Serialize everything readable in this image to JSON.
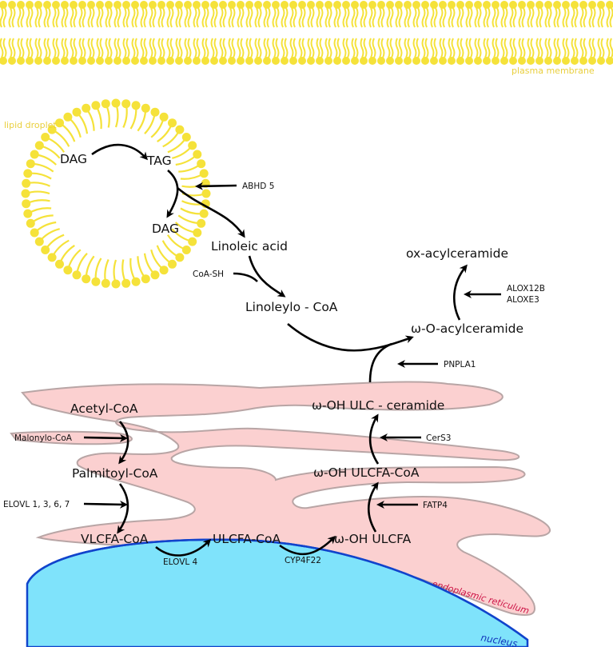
{
  "labels": {
    "plasma_membrane": "plasma membrane",
    "lipid_droplet": "lipid droplet",
    "endoplasmic_reticulum": "endoplasmic reticulum",
    "nucleus": "nucleus"
  },
  "molecules": {
    "dag_top": "DAG",
    "tag": "TAG",
    "dag_bottom": "DAG",
    "linoleic_acid": "Linoleic acid",
    "linoleylo_coa": "Linoleylo - CoA",
    "ox_acylceramide": "ox-acylceramide",
    "omega_o_acylceramide": "ω-O-acylceramide",
    "omega_oh_ulc_ceramide": "ω-OH ULC - ceramide",
    "omega_oh_ulcfa_coa": "ω-OH ULCFA-CoA",
    "omega_oh_ulcfa": "ω-OH ULCFA",
    "acetyl_coa": "Acetyl-CoA",
    "palmitoyl_coa": "Palmitoyl-CoA",
    "vlcfa_coa": "VLCFA-CoA",
    "ulcfa_coa": "ULCFA-CoA"
  },
  "enzymes": {
    "abhd5": "ABHD 5",
    "coa_sh": "CoA-SH",
    "alox12b": "ALOX12B",
    "aloxe3": "ALOXE3",
    "pnpla1": "PNPLA1",
    "cers3": "CerS3",
    "fatp4": "FATP4",
    "malonylo_coa": "Malonylo-CoA",
    "elovl_1367": "ELOVL 1, 3, 6, 7",
    "elovl4": "ELOVL 4",
    "cyp4f22": "CYP4F22"
  },
  "colors": {
    "membrane": "#f5e23a",
    "membrane_label": "#e9cf3d",
    "er_fill": "#fbd0d0",
    "er_stroke": "#b8a5a5",
    "er_label": "#cc1144",
    "nucleus_fill": "#7fe3fb",
    "nucleus_stroke": "#1144cc",
    "nucleus_label": "#1133bb"
  }
}
